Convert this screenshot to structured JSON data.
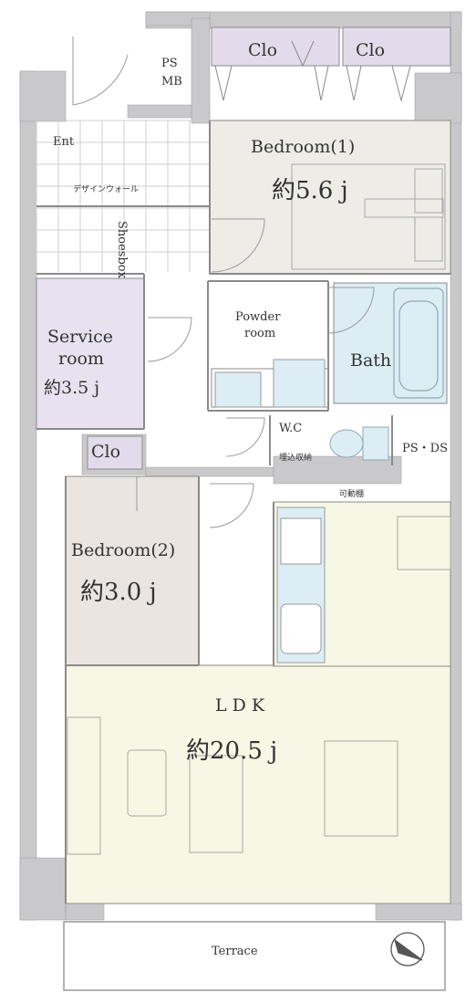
{
  "colors": {
    "wall": "#c9c9cb",
    "wall_edge": "#9a9a9a",
    "ldk_floor": "#f6f7e4",
    "bedroom1_floor": "#efebe7",
    "bedroom2_floor": "#ebe5e1",
    "service_floor": "#e8e1ef",
    "closet_floor": "#e3dbeb",
    "bath_floor": "#dceef4",
    "tile_line": "#cfcfcf",
    "line": "#8a8a8a"
  },
  "rooms": {
    "bedroom1": {
      "name": "Bedroom(1)",
      "size": "約5.6 j"
    },
    "service": {
      "name_line1": "Service",
      "name_line2": "room",
      "size": "約3.5 j"
    },
    "bedroom2": {
      "name": "Bedroom(2)",
      "size": "約3.0 j"
    },
    "ldk": {
      "name": "L D K",
      "size": "約20.5 j"
    },
    "powder": {
      "name_line1": "Powder",
      "name_line2": "room"
    },
    "bath": {
      "name": "Bath"
    },
    "wc": {
      "name": "W.C"
    },
    "entrance": {
      "name": "Ent"
    },
    "terrace": {
      "name": "Terrace"
    }
  },
  "fixtures": {
    "closet_label": "Clo",
    "ps_mb_line1": "PS",
    "ps_mb_line2": "MB",
    "ps_ds": "PS・DS",
    "shoesbox": "Shoesbox",
    "design_wall": "デザインウォール",
    "built_in_storage": "埋込収納",
    "adjustable_shelf": "可動棚"
  },
  "icons": {
    "compass": "north-arrow-icon",
    "stove": "stove-icon",
    "sink": "sink-icon",
    "bathtub": "bathtub-icon",
    "toilet": "toilet-icon"
  }
}
